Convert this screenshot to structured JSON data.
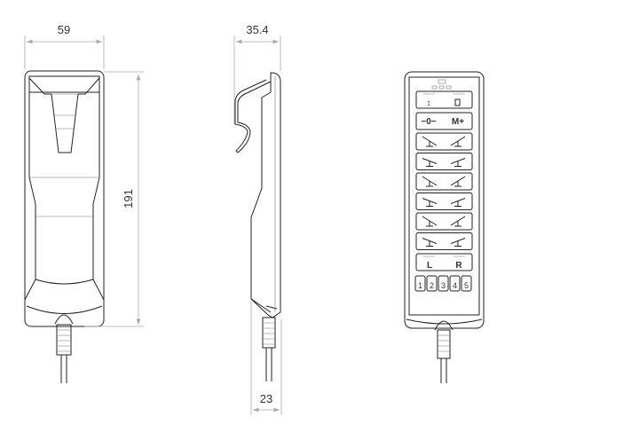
{
  "dimensions": {
    "width": "59",
    "height": "191",
    "depth": "35.4",
    "cable_depth": "23"
  },
  "front_panel": {
    "zero_label": "−0−",
    "memory_label": "M+",
    "left_label": "L",
    "right_label": "R",
    "memory_slots": [
      "1",
      "2",
      "3",
      "4",
      "5"
    ]
  }
}
